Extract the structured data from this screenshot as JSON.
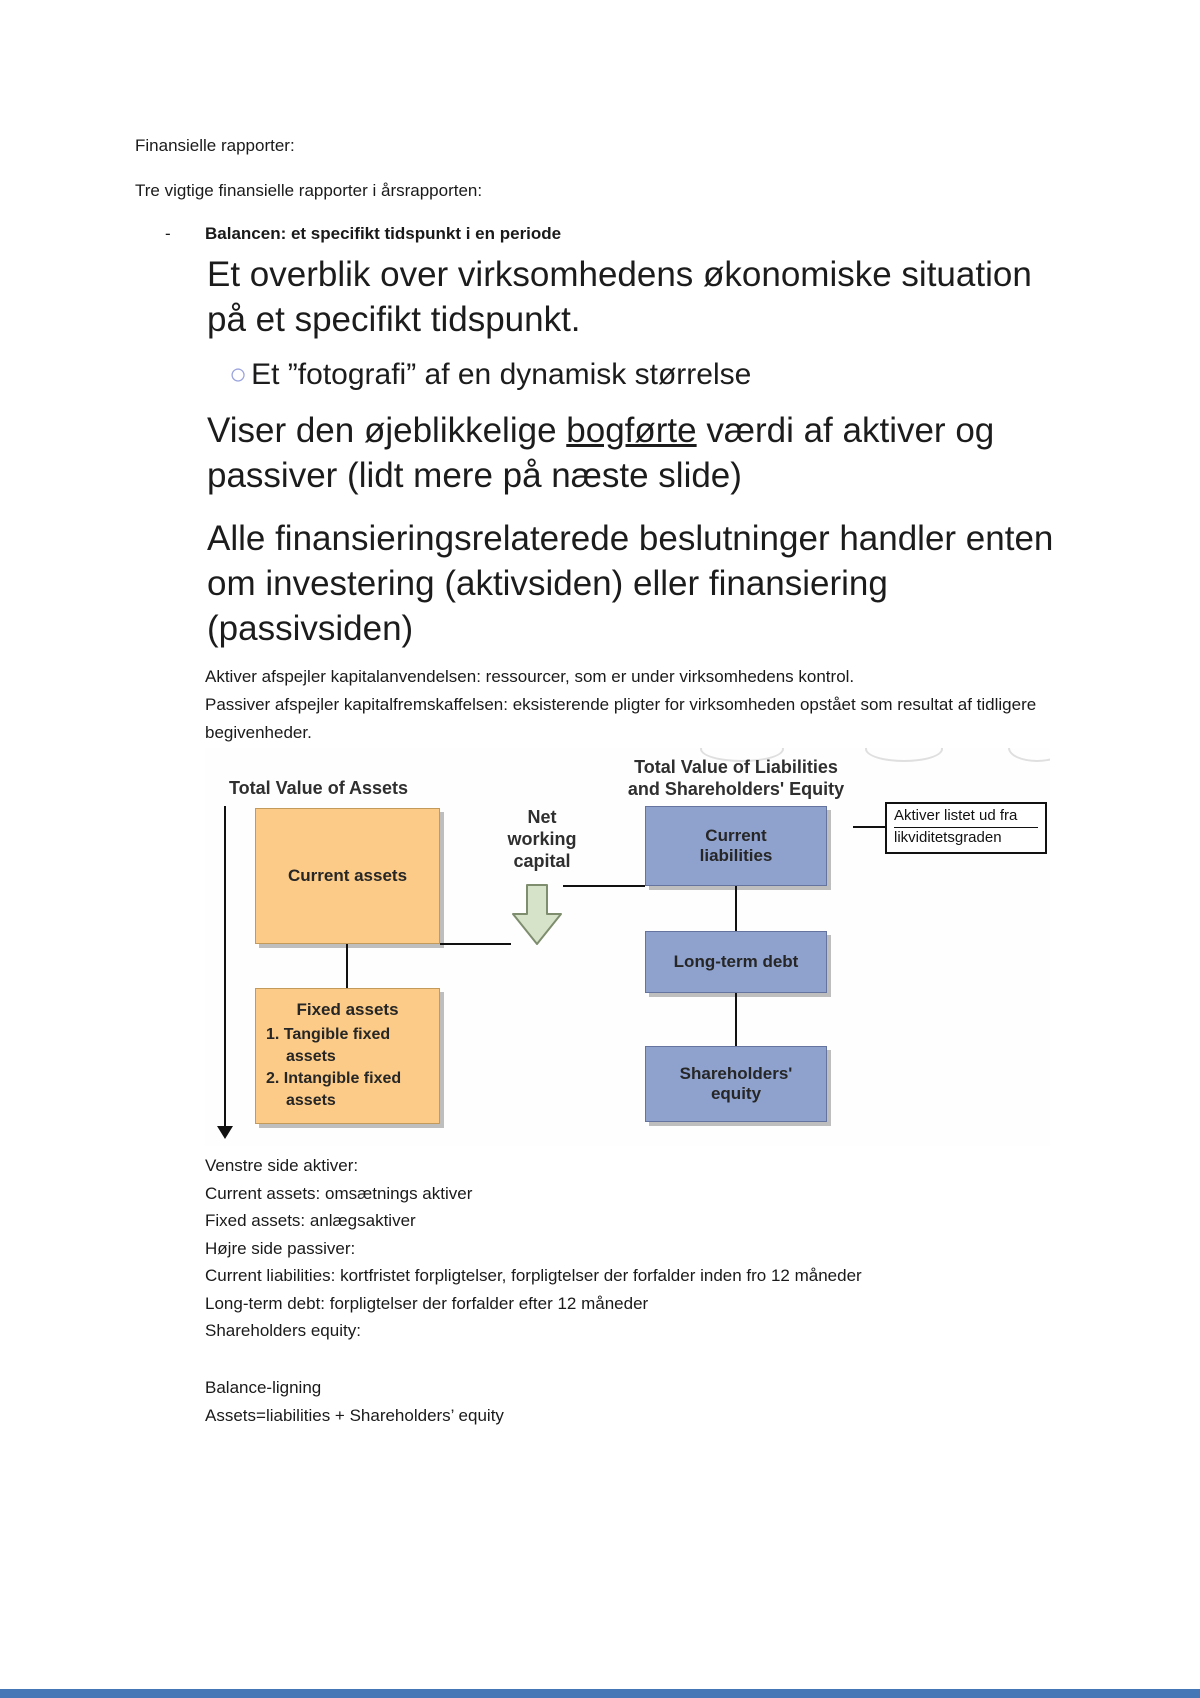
{
  "document": {
    "title": "Finansielle rapporter:",
    "intro": "Tre vigtige finansielle rapporter i årsrapporten:",
    "bullet_marker": "-",
    "bullet_text": "Balancen: et specifikt tidspunkt i en periode"
  },
  "slide": {
    "block1": "Et overblik over virksomhedens økonomiske situation på et specifikt tidspunkt.",
    "bullet_symbol": "○",
    "bullet_text": "Et ”fotografi” af en dynamisk størrelse",
    "block2_pre": "Viser den øjeblikkelige ",
    "block2_underlined": "bogførte",
    "block2_post": " værdi af aktiver og passiver (lidt mere på næste slide)",
    "block3": "Alle finansieringsrelaterede beslutninger handler enten om investering (aktivsiden) eller finansiering (passivsiden)"
  },
  "notes_top": {
    "sentence1": "Aktiver afspejler kapitalanvendelsen: ressourcer, som er under virksomhedens kontrol.",
    "sentence2": "Passiver afspejler kapitalfremskaffelsen: eksisterende pligter for virksomheden opstået som resultat af tidligere begivenheder."
  },
  "diagram": {
    "left_heading": "Total Value of Assets",
    "right_heading_1": "Total Value of Liabilities",
    "right_heading_2": "and Shareholders' Equity",
    "nwc_label": "Net working capital",
    "current_assets": "Current assets",
    "fixed_assets_title": "Fixed assets",
    "fixed_item_1": "1. Tangible fixed assets",
    "fixed_item_2": "2. Intangible fixed assets",
    "current_liabilities": "Current liabilities",
    "long_term_debt": "Long-term debt",
    "shareholders_equity": "Shareholders' equity",
    "note_line1": "Aktiver listet ud fra",
    "note_line2": "likviditetsgraden"
  },
  "notes_bottom": {
    "lines": [
      "Venstre side aktiver:",
      "Current assets: omsætnings aktiver",
      "Fixed assets: anlægsaktiver",
      "Højre side passiver:",
      "Current liabilities: kortfristet forpligtelser, forpligtelser der forfalder inden fro 12 måneder",
      "Long-term debt: forpligtelser der forfalder efter 12 måneder",
      "Shareholders equity:"
    ]
  },
  "equation": {
    "line1": "Balance-ligning",
    "line2": "Assets=liabilities + Shareholders’ equity"
  },
  "colors": {
    "asset_box": "#FBCB87",
    "asset_box_border": "#C49A5B",
    "liability_box": "#8FA2CE",
    "liability_box_border": "#64749F",
    "arrow_fill": "#D6E3C8",
    "arrow_border": "#7E8D6E",
    "bottom_bar": "#4577B6"
  }
}
